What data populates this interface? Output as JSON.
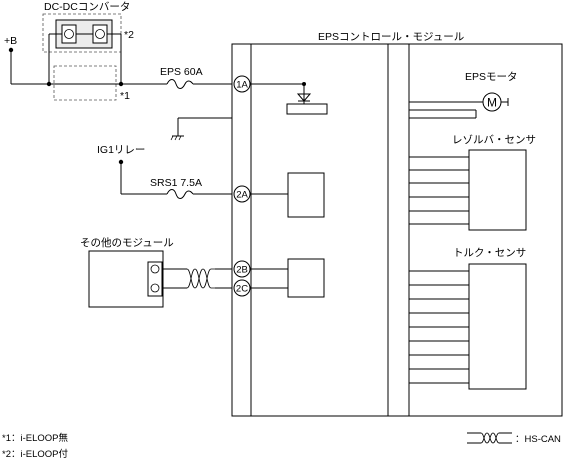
{
  "labels": {
    "dcdc_converter": "DC-DCコンバータ",
    "note_mark_2": "*2",
    "note_mark_1": "*1",
    "battery_plus": "+B",
    "eps_fuse": "EPS 60A",
    "eps_module": "EPSコントロール・モジュール",
    "eps_motor": "EPSモータ",
    "motor_symbol": "M",
    "resolver_sensor": "レゾルバ・センサ",
    "torque_sensor": "トルク・センサ",
    "ig1_relay": "IG1リレー",
    "srs1_fuse": "SRS1 7.5A",
    "other_modules": "その他のモジュール"
  },
  "pins": {
    "p1a": "1A",
    "p2a": "2A",
    "p2b": "2B",
    "p2c": "2C"
  },
  "notes": {
    "note1": "*1：i-ELOOP無",
    "note2": "*2：i-ELOOP付"
  },
  "legend": {
    "hs_can": "：HS-CAN"
  }
}
